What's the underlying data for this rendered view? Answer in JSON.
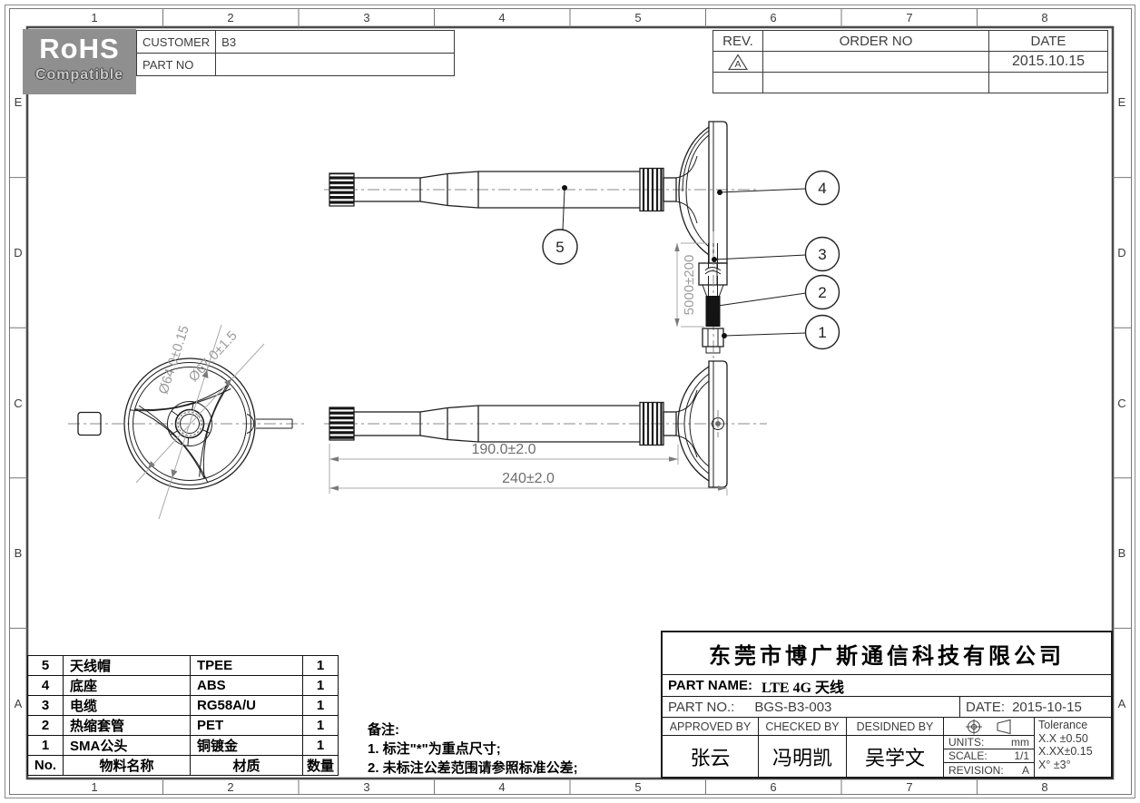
{
  "sheet": {
    "cols": [
      "1",
      "2",
      "3",
      "4",
      "5",
      "6",
      "7",
      "8"
    ],
    "rows": [
      "E",
      "D",
      "C",
      "B",
      "A"
    ]
  },
  "rohs": {
    "title": "RoHS",
    "subtitle": "Compatible"
  },
  "customer_table": {
    "customer_label": "CUSTOMER",
    "customer_value": "B3",
    "partno_label": "PART NO",
    "partno_value": ""
  },
  "rev_table": {
    "headers": [
      "REV.",
      "ORDER NO",
      "DATE"
    ],
    "rows": [
      {
        "rev": "A",
        "order": "",
        "date": "2015.10.15"
      },
      {
        "rev": "",
        "order": "",
        "date": ""
      }
    ]
  },
  "drawing": {
    "balloon_1": "1",
    "balloon_2": "2",
    "balloon_3": "3",
    "balloon_4": "4",
    "balloon_5": "5",
    "dim_cable": "5000±200",
    "dim_whip": "190.0±2.0",
    "dim_total": "240±2.0",
    "dim_d64": "Ø64.0±0.15",
    "dim_d67": "Ø67.0±1.5"
  },
  "bom": {
    "headers": {
      "no": "No.",
      "name": "物料名称",
      "material": "材质",
      "qty": "数量"
    },
    "rows": [
      {
        "no": "5",
        "name": "天线帽",
        "material": "TPEE",
        "qty": "1"
      },
      {
        "no": "4",
        "name": "底座",
        "material": "ABS",
        "qty": "1"
      },
      {
        "no": "3",
        "name": "电缆",
        "material": "RG58A/U",
        "qty": "1"
      },
      {
        "no": "2",
        "name": "热缩套管",
        "material": "PET",
        "qty": "1"
      },
      {
        "no": "1",
        "name": "SMA公头",
        "material": "铜镀金",
        "qty": "1"
      }
    ]
  },
  "notes": {
    "title": "备注:",
    "line1": "1. 标注\"*\"为重点尺寸;",
    "line2": "2. 未标注公差范围请参照标准公差;"
  },
  "titleblock": {
    "company": "东莞市博广斯通信科技有限公司",
    "part_name_label": "PART NAME:",
    "part_name": "LTE 4G 天线",
    "part_no_label": "PART NO.:",
    "part_no": "BGS-B3-003",
    "date_label": "DATE:",
    "date": "2015-10-15",
    "approved_label": "APPROVED BY",
    "approved": "张云",
    "checked_label": "CHECKED BY",
    "checked": "冯明凯",
    "designed_label": "DESIDNED BY",
    "designed": "吴学文",
    "units_label": "UNITS:",
    "units_value": "mm",
    "scale_label": "SCALE:",
    "scale_value": "1/1",
    "revision_label": "REVISION:",
    "revision_value": "A",
    "tolerance_title": "Tolerance",
    "tol1": "X.X ±0.50",
    "tol2": "X.XX±0.15",
    "tol3": "X°  ±3°"
  }
}
